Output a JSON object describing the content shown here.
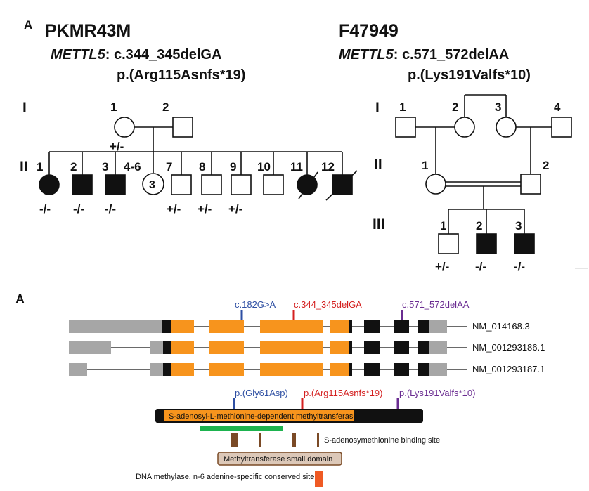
{
  "colors": {
    "affected": "#111111",
    "exon_coding": "#f7941d",
    "exon_utr": "#a6a6a6",
    "variant_blue": "#2e4fa3",
    "variant_red": "#d42020",
    "variant_purple": "#6a2c91",
    "green_bar": "#1db34f",
    "binding_site": "#7a4a26",
    "small_domain_fill": "#dcc8b8",
    "conserved_site": "#ef5a24"
  },
  "left": {
    "panel_label": "A",
    "family": "PKMR43M",
    "gene": "METTL5",
    "cdna": ": c.344_345delGA",
    "protein": "p.(Arg115Asnfs*19)",
    "gen_I": "I",
    "gen_II": "II",
    "I": [
      {
        "n": "1",
        "g": "+/-"
      },
      {
        "n": "2",
        "g": ""
      }
    ],
    "II": [
      {
        "n": "1",
        "g": "-/-"
      },
      {
        "n": "2",
        "g": "-/-"
      },
      {
        "n": "3",
        "g": "-/-"
      },
      {
        "n": "4-6",
        "g": "",
        "count": "3"
      },
      {
        "n": "7",
        "g": "+/-"
      },
      {
        "n": "8",
        "g": "+/-"
      },
      {
        "n": "9",
        "g": "+/-"
      },
      {
        "n": "10",
        "g": ""
      },
      {
        "n": "11",
        "g": ""
      },
      {
        "n": "12",
        "g": ""
      }
    ]
  },
  "right": {
    "family": "F47949",
    "gene": "METTL5",
    "cdna": ": c.571_572delAA",
    "protein": "p.(Lys191Valfs*10)",
    "gen_I": "I",
    "gen_II": "II",
    "gen_III": "III",
    "I": [
      {
        "n": "1"
      },
      {
        "n": "2"
      },
      {
        "n": "3"
      },
      {
        "n": "4"
      }
    ],
    "II": [
      {
        "n": "1"
      },
      {
        "n": "2"
      }
    ],
    "III": [
      {
        "n": "1",
        "g": "+/-"
      },
      {
        "n": "2",
        "g": "-/-"
      },
      {
        "n": "3",
        "g": "-/-"
      }
    ]
  },
  "bottom": {
    "panel_label": "A",
    "variants": {
      "v1": "c.182G>A",
      "v2": "c.344_345delGA",
      "v3": "c.571_572delAA"
    },
    "transcripts": [
      "NM_014168.3",
      "NM_001293186.1",
      "NM_001293187.1"
    ],
    "protein_changes": {
      "p1": "p.(Gly61Asp)",
      "p2": "p.(Arg115Asnfs*19)",
      "p3": "p.(Lys191Valfs*10)"
    },
    "domain_label": "S-adenosyl-L-methionine-dependent methyltransferase",
    "binding_site_label": "S-adenosymethionine binding site",
    "small_domain_label": "Methyltransferase small domain",
    "conserved_site_label": "DNA methylase, n-6 adenine-specific conserved site"
  }
}
